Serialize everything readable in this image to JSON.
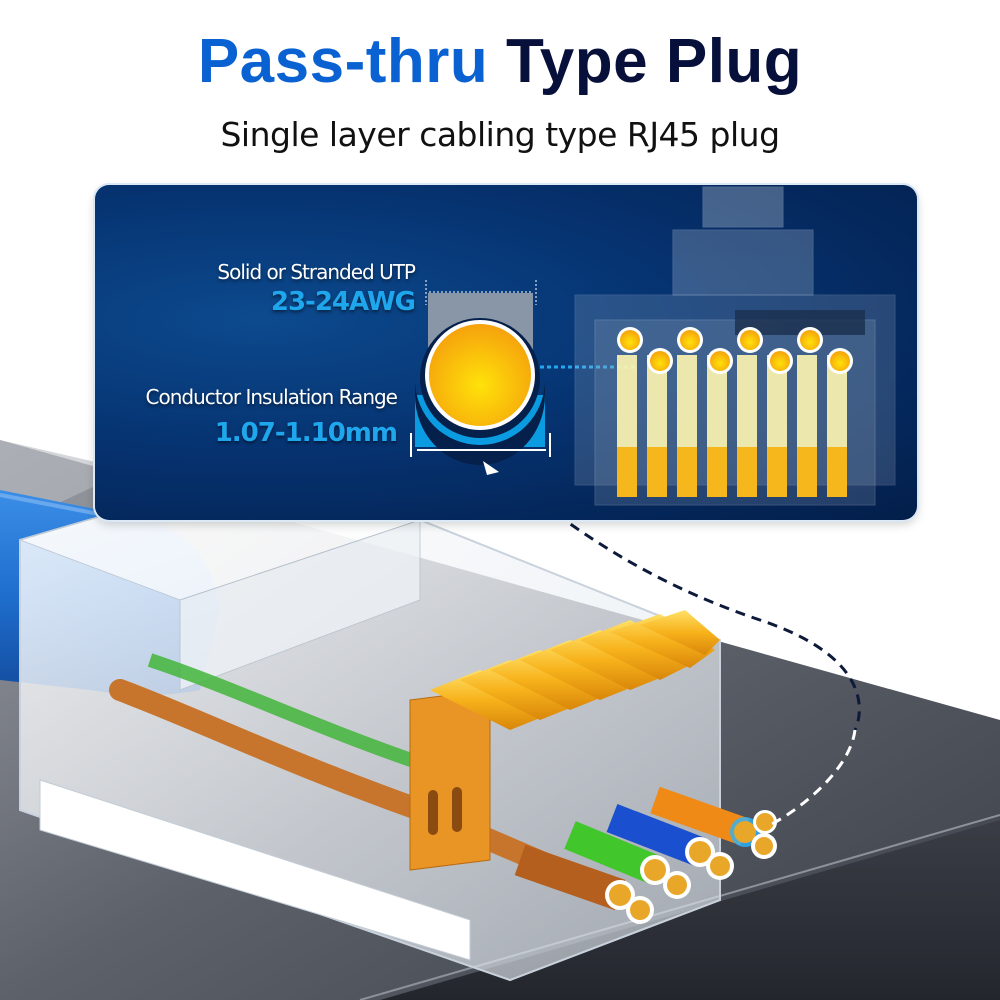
{
  "heading": {
    "highlight": "Pass-thru",
    "rest": "Type Plug"
  },
  "subheading": "Single layer cabling type RJ45 plug",
  "spec_panel": {
    "wire_type_label": "Solid or Stranded UTP",
    "wire_gauge_value": "23-24AWG",
    "insulation_label": "Conductor Insulation Range",
    "insulation_value": "1.07-1.10mm",
    "contact_count": 8
  },
  "colors": {
    "brand_blue": "#0a62d2",
    "dark_navy": "#07103a",
    "accent_cyan": "#1fa7ee",
    "conductor_gold": "#fbbf14"
  },
  "illustration": {
    "cable_color": "blue",
    "wire_colors": [
      "brown",
      "green",
      "blue",
      "orange"
    ]
  }
}
